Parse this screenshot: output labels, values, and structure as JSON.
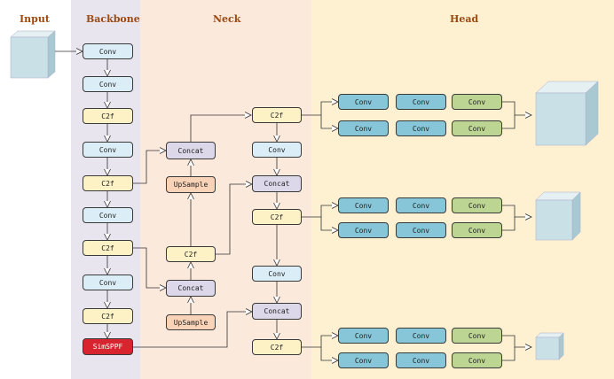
{
  "sections": {
    "input": "Input",
    "backbone": "Backbone",
    "neck": "Neck",
    "head": "Head"
  },
  "backbone": {
    "nodes": [
      "Conv",
      "Conv",
      "C2f",
      "Conv",
      "C2f",
      "Conv",
      "C2f",
      "Conv",
      "C2f",
      "SimSPPF"
    ]
  },
  "neck": {
    "upper_concat": "Concat",
    "upper_upsample": "UpSample",
    "mid_c2f": "C2f",
    "mid_concat": "Concat",
    "lower_upsample": "UpSample",
    "right_c2f_top": "C2f",
    "right_conv_1": "Conv",
    "right_concat_1": "Concat",
    "right_c2f_mid": "C2f",
    "right_conv_2": "Conv",
    "right_concat_2": "Concat",
    "right_c2f_bottom": "C2f"
  },
  "head": {
    "branches": [
      {
        "row_a": [
          "Conv",
          "Conv",
          "Conv"
        ],
        "row_b": [
          "Conv",
          "Conv",
          "Conv"
        ]
      },
      {
        "row_a": [
          "Conv",
          "Conv",
          "Conv"
        ],
        "row_b": [
          "Conv",
          "Conv",
          "Conv"
        ]
      },
      {
        "row_a": [
          "Conv",
          "Conv",
          "Conv"
        ],
        "row_b": [
          "Conv",
          "Conv",
          "Conv"
        ]
      }
    ]
  },
  "colors": {
    "backbone_bg": "#e8e5ef",
    "neck_bg": "#fbe9dc",
    "head_bg": "#fdf1d1",
    "sppf": "#d8242e",
    "title": "#9a4a12"
  }
}
